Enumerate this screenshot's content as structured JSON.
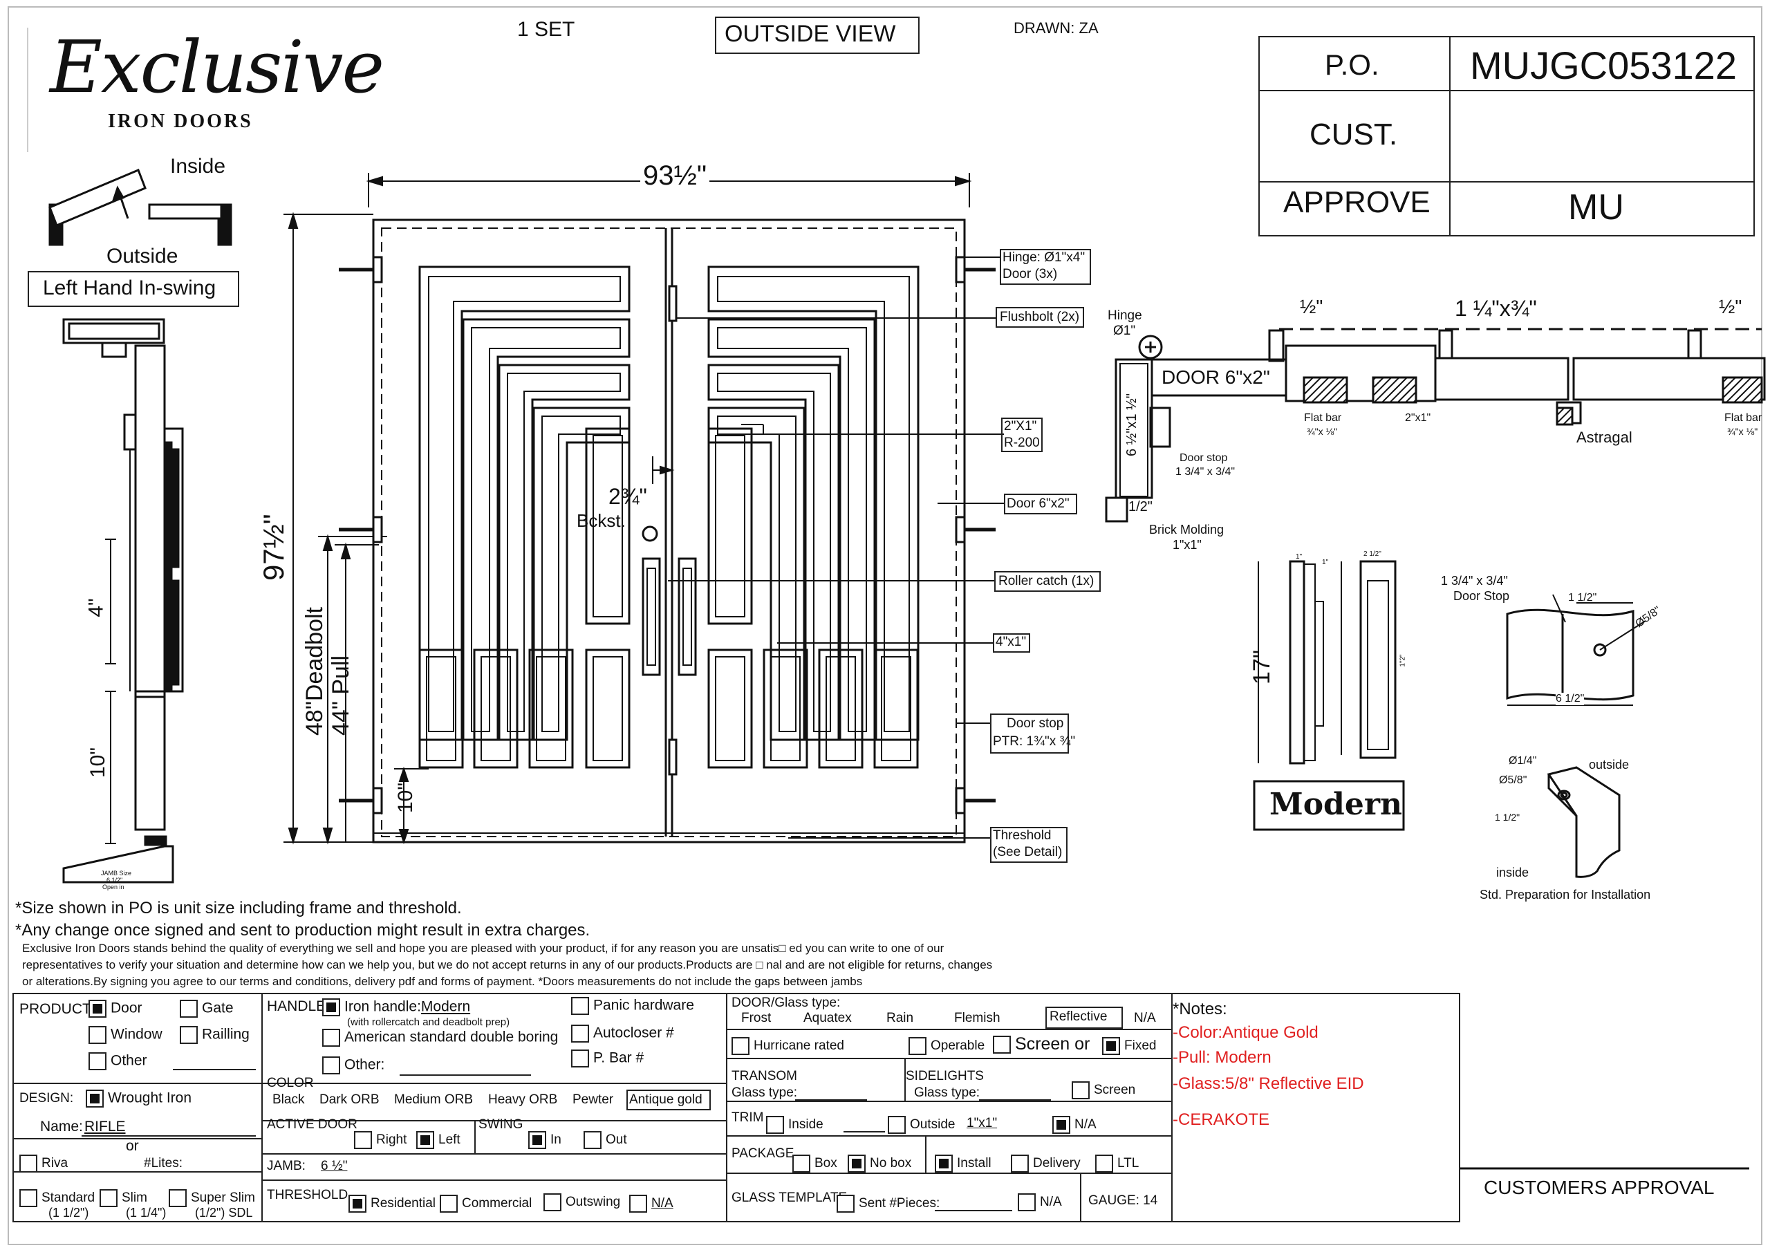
{
  "header": {
    "logo_main": "Exclusive",
    "logo_sub": "IRON DOORS",
    "set_count": "1 SET",
    "view": "OUTSIDE VIEW",
    "drawn": "DRAWN: ZA"
  },
  "title_block": {
    "po_label": "P.O.",
    "po_value": "MUJGC053122",
    "cust_label": "CUST.",
    "cust_value": "",
    "approve_label": "APPROVE",
    "approve_value": "MU"
  },
  "swing": {
    "inside": "Inside",
    "outside": "Outside",
    "hand": "Left Hand In-swing"
  },
  "dims": {
    "width": "93½\"",
    "height": "97½\"",
    "deadbolt": "48\"Deadbolt",
    "pull": "44\" Pull",
    "bottom_rail": "10\"",
    "backset": "2¾\"",
    "backset_label": "Bckst.",
    "side_4": "4\"",
    "side_10": "10\"",
    "jamb_size": "JAMB Size",
    "jamb_value": "6 1/2\"",
    "jamb_note": "Open in"
  },
  "callouts": {
    "hinge": "Hinge: Ø1\"x4\"",
    "hinge2": "Door (3x)",
    "flushbolt": "Flushbolt (2x)",
    "r200a": "2\"X1\"",
    "r200b": "R-200",
    "door": "Door 6\"x2\"",
    "roller": "Roller catch  (1x)",
    "bar": "4\"x1\"",
    "doorstop": "Door stop",
    "ptr": "PTR: 1¾\"x ¾\"",
    "threshold": "Threshold",
    "threshold2": "(See Detail)"
  },
  "section": {
    "half_left": "½\"",
    "dim_top": "1 ¼\"x¾\"",
    "half_right": "½\"",
    "hinge": "Hinge",
    "hinge_dia": "Ø1\"",
    "door": "DOOR 6\"x2\"",
    "flatbar": "Flat bar",
    "flatbar_size": "¾\"x ⅛\"",
    "tube": "2\"x1\"",
    "astragal": "Astragal",
    "flatbar2": "Flat bar",
    "flatbar2_size": "¾\"x ⅛\"",
    "frame": "6 ½\"x1 ½\"",
    "doorstop": "Door stop",
    "doorstop_size": "1 3/4\" x 3/4\"",
    "half": "1/2\"",
    "brick": "Brick Molding",
    "brick_size": "1\"x1\""
  },
  "handle_detail": {
    "height": "17\"",
    "d1": "1\"",
    "d2": "1\"",
    "d3": "2 1/2\"",
    "d4": "1\"2\"",
    "name": "Modern"
  },
  "stop_detail": {
    "title1": "1 3/4\" x 3/4\"",
    "title2": "Door Stop",
    "d1": "1 1/2\"",
    "d2": "Ø5/8\"",
    "d3": "6 1/2\""
  },
  "install_detail": {
    "d1": "Ø1/4\"",
    "d2": "Ø5/8\"",
    "d3": "1 1/2\"",
    "outside": "outside",
    "inside": "inside",
    "caption": "Std. Preparation for Installation"
  },
  "notes": {
    "n1": "*Size shown in PO is unit size including frame and threshold.",
    "n2": "*Any change once signed and sent to production might result in extra charges.",
    "p1": "Exclusive Iron Doors stands behind the quality of everything we sell and hope you are pleased with your product, if for any reason you are unsatis□ ed you can write to one of our",
    "p2": "representatives to verify your situation and determine how can we help you, but we do not accept returns in any of our products.Products are □ nal and are not eligible for returns, changes",
    "p3": "or alterations.By signing you agree to our terms and conditions, delivery pdf and forms of payment. *Doors measurements do not include the gaps between jambs"
  },
  "form": {
    "product_label": "PRODUCT:",
    "door": "Door",
    "gate": "Gate",
    "window": "Window",
    "railing": "Railling",
    "other": "Other",
    "handle_label": "HANDLE",
    "iron_handle": "Iron handle:",
    "iron_handle_value": "Modern",
    "iron_handle_note": "(with rollercatch and deadbolt prep)",
    "american": "American standard double boring",
    "other2": "Other:",
    "panic": "Panic hardware",
    "autocloser": "Autocloser #",
    "pbar": "P. Bar #",
    "glass_label": "DOOR/Glass type:",
    "frost": "Frost",
    "aquatex": "Aquatex",
    "rain": "Rain",
    "flemish": "Flemish",
    "reflective": "Reflective",
    "na": "N/A",
    "hurricane": "Hurricane rated",
    "operable": "Operable",
    "screen_or": "Screen or",
    "fixed": "Fixed",
    "design_label": "DESIGN:",
    "wrought": "Wrought Iron",
    "name_label": "Name:",
    "name_value": "RIFLE",
    "or": "or",
    "riva": "Riva",
    "lites": "#Lites:",
    "standard": "Standard",
    "standard_sz": "(1 1/2\")",
    "slim": "Slim",
    "slim_sz": "(1 1/4\")",
    "superslim": "Super Slim",
    "superslim_sz": "(1/2\") SDL",
    "color_label": "COLOR",
    "colors": [
      "Black",
      "Dark ORB",
      "Medium ORB",
      "Heavy ORB",
      "Pewter",
      "Antique gold"
    ],
    "active_label": "ACTIVE DOOR",
    "right": "Right",
    "left": "Left",
    "swing_label": "SWING",
    "in": "In",
    "out": "Out",
    "jamb_label": "JAMB:",
    "jamb_value": "6 ½\"",
    "threshold_label": "THRESHOLD",
    "residential": "Residential",
    "commercial": "Commercial",
    "outswing": "Outswing",
    "thr_na": "N/A",
    "transom_label": "TRANSOM",
    "transom_glass": "Glass type:",
    "sidelights_label": "SIDELIGHTS",
    "sidelights_glass": "Glass type:",
    "screen": "Screen",
    "trim_label": "TRIM",
    "trim_inside": "Inside",
    "trim_outside": "Outside",
    "trim_outside_value": "1\"x1\"",
    "trim_na": "N/A",
    "package_label": "PACKAGE",
    "box": "Box",
    "nobox": "No box",
    "install": "Install",
    "delivery": "Delivery",
    "ltl": "LTL",
    "template_label": "GLASS TEMPLATE",
    "sent": "Sent #Pieces:",
    "template_na": "N/A",
    "gauge": "GAUGE: 14"
  },
  "right_notes": {
    "title": "*Notes:",
    "items": [
      "-Color:Antique Gold",
      "-Pull: Modern",
      "-Glass:5/8\" Reflective EID",
      "-CERAKOTE"
    ],
    "color": "#e02020"
  },
  "approval": "CUSTOMERS APPROVAL"
}
